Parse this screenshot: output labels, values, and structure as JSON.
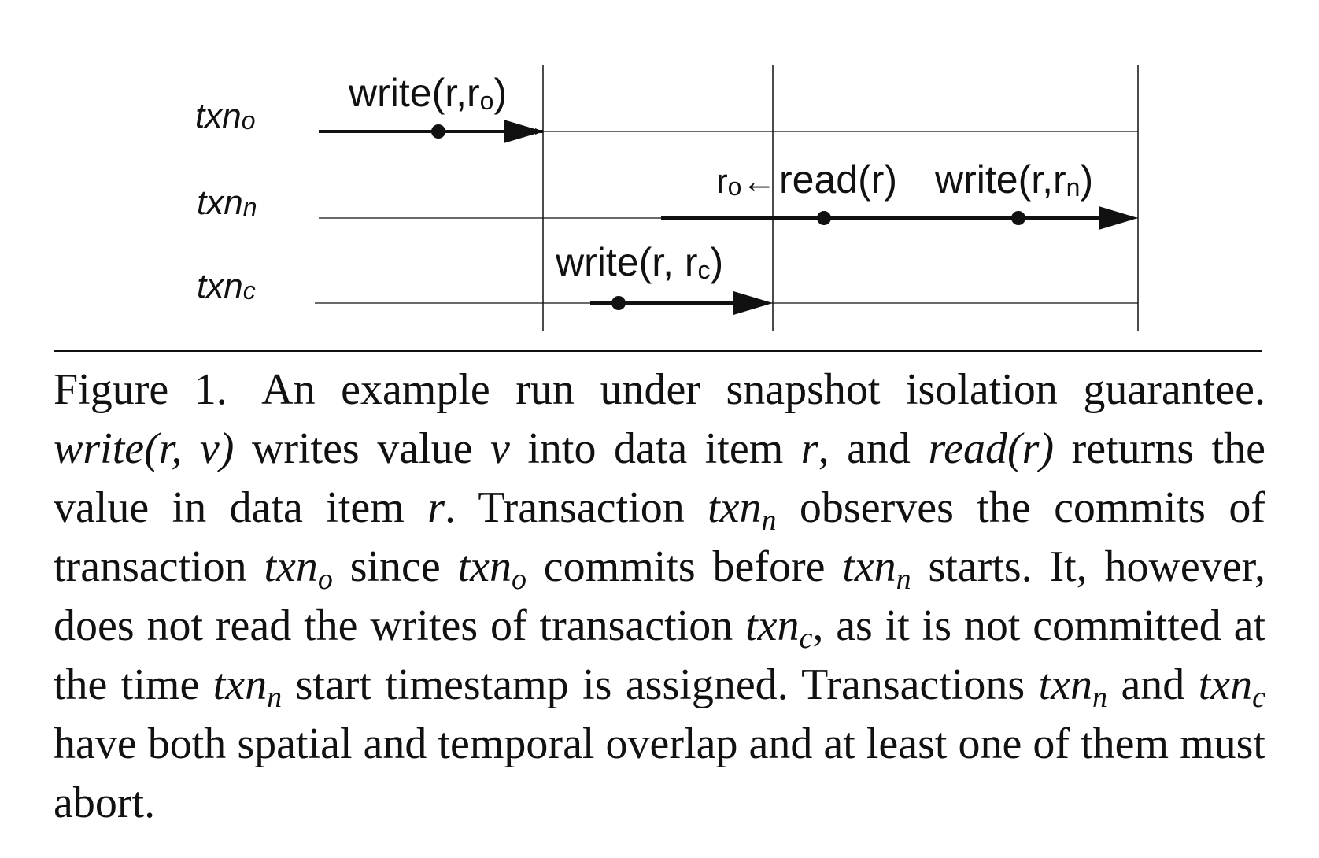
{
  "rows": [
    {
      "base": "txn",
      "sub": "o"
    },
    {
      "base": "txn",
      "sub": "n"
    },
    {
      "base": "txn",
      "sub": "c"
    }
  ],
  "ops": {
    "txn_o_write": {
      "text": "write(r,r",
      "sub": "o",
      "close": ")"
    },
    "txn_n_prefix": {
      "text": "r",
      "sub": "o",
      "arrow": "←"
    },
    "txn_n_read": "read(r)",
    "txn_n_write": {
      "text": "write(r,r",
      "sub": "n",
      "close": ")"
    },
    "txn_c_write": {
      "text": "write(r, r",
      "sub": "c",
      "close": ")"
    }
  },
  "caption": {
    "label": "Figure 1.",
    "s1": "An example run under snapshot isolation guarantee.",
    "write_fn": "write",
    "write_args": "(r, v)",
    "s2": " writes value ",
    "v": "v",
    "s3": " into data item ",
    "r1": "r",
    "s4": ", and ",
    "read_fn": "read",
    "read_args": "(r)",
    "s5": " returns the value in data item ",
    "r2": "r",
    "s6": ". Transaction ",
    "txn": "txn",
    "n": "n",
    "o": "o",
    "c": "c",
    "s7": " observes the commits of transaction ",
    "s8": " since ",
    "s9": " commits before ",
    "s10": " starts. It, however, does not read the writes of transaction ",
    "s11": ", as it is not committed at the time ",
    "s12": " start timestamp is assigned. Transactions ",
    "s13": " and ",
    "s14": " have both spatial and temporal overlap and at least one of them must abort."
  }
}
